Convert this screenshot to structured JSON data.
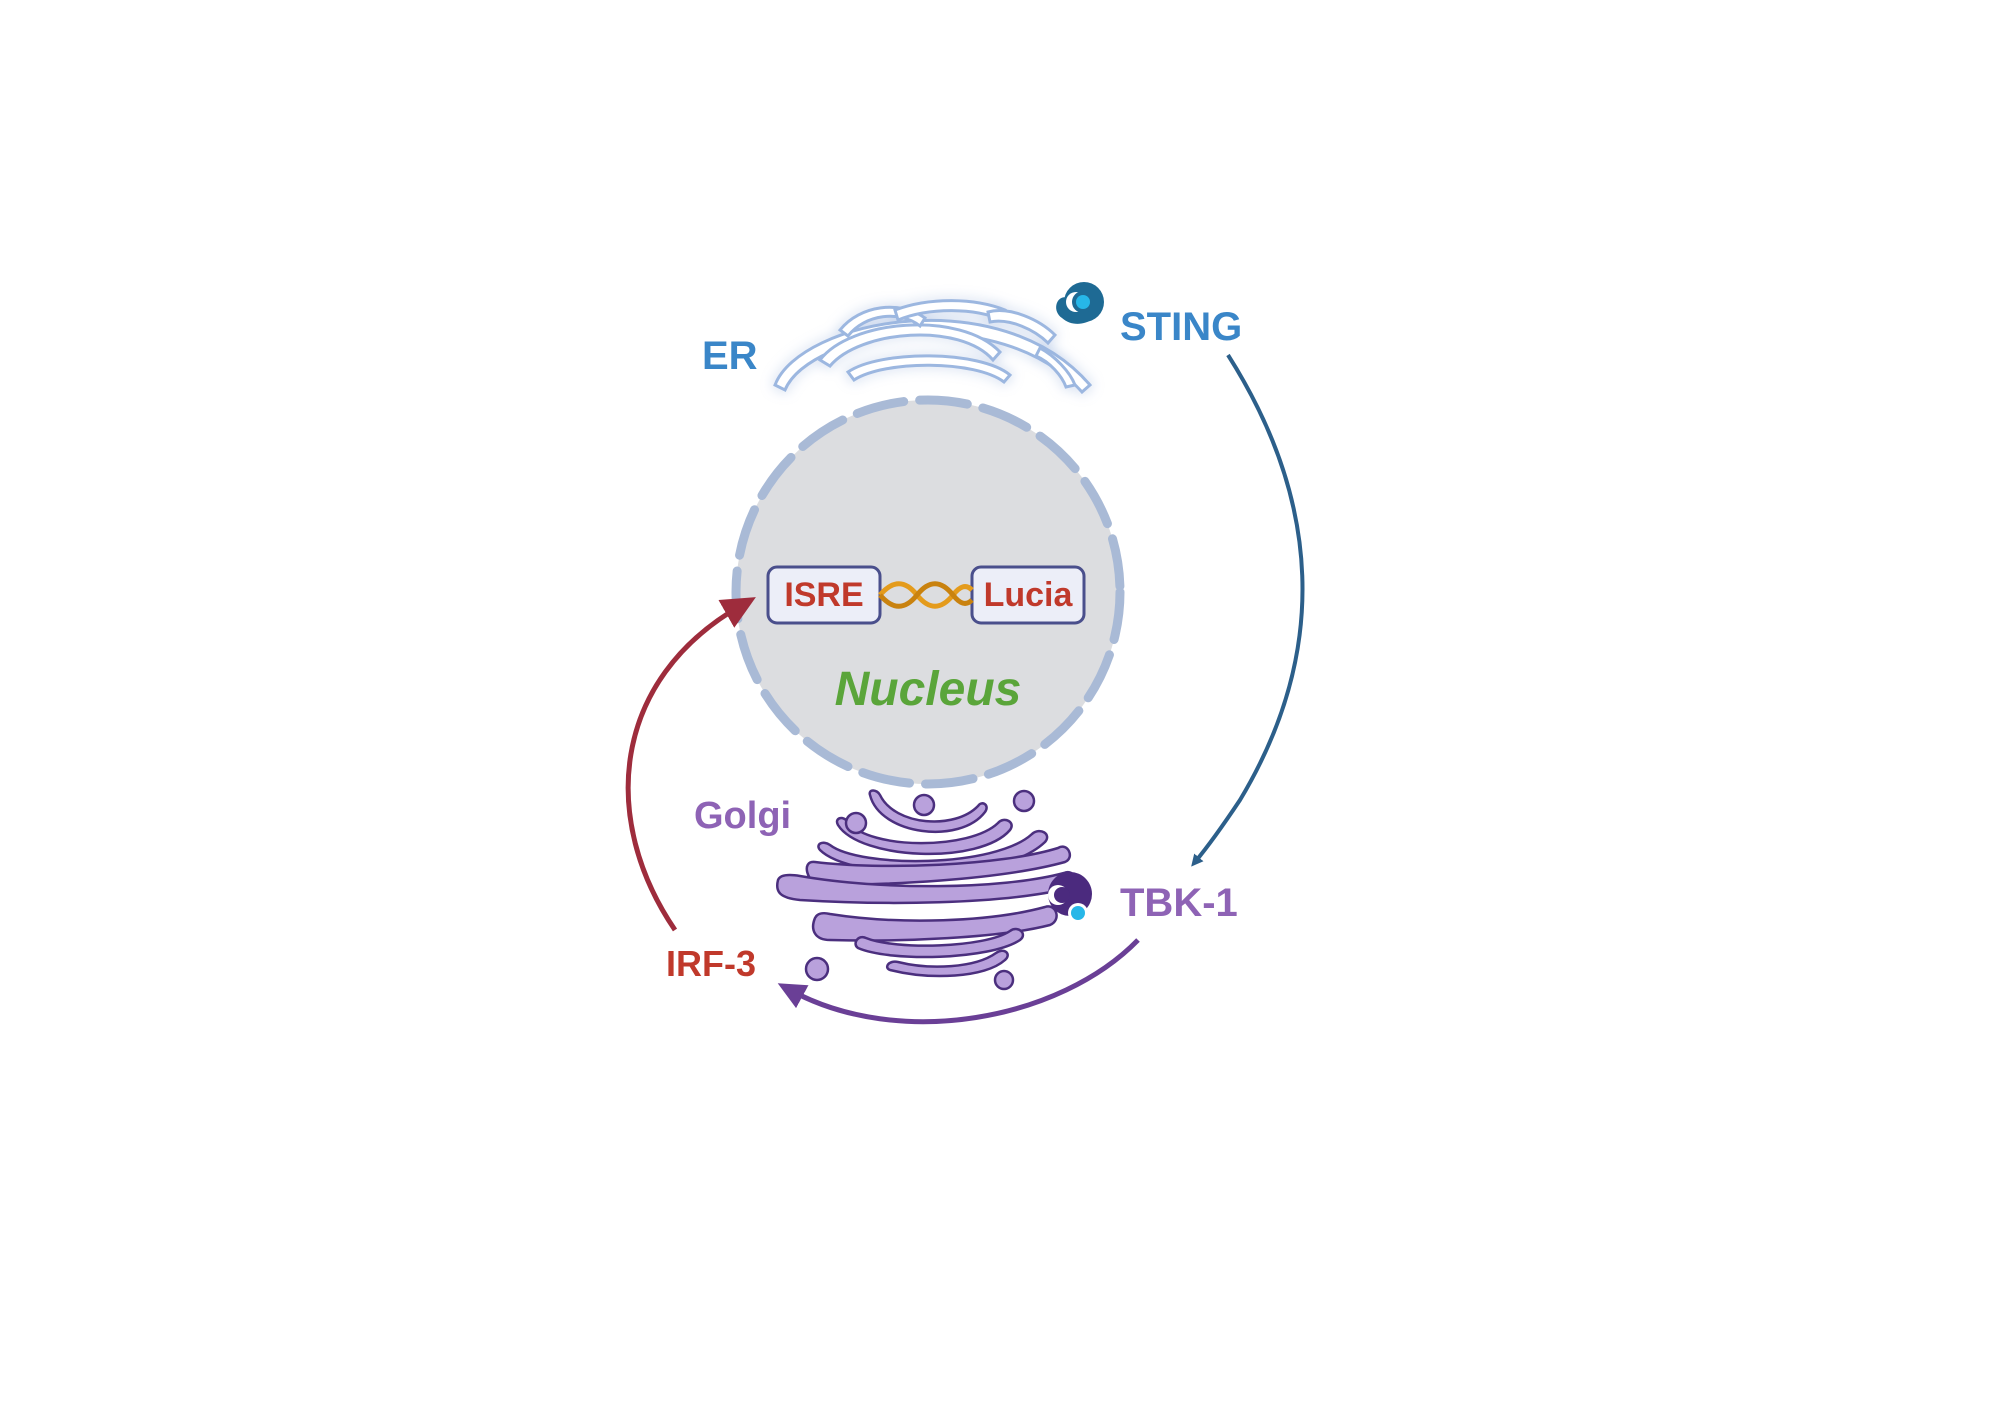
{
  "labels": {
    "er": "ER",
    "sting": "STING",
    "isre": "ISRE",
    "lucia": "Lucia",
    "nucleus": "Nucleus",
    "golgi": "Golgi",
    "tbk1": "TBK-1",
    "irf3": "IRF-3"
  },
  "colors": {
    "background": "#ffffff",
    "er_blue": "#3a86c8",
    "sting_arrow": "#2c5f8a",
    "nucleus_fill": "#dcdde0",
    "nuclear_envelope": "#a9bad6",
    "reporter_red": "#c0392b",
    "box_outline": "#4a4f8c",
    "dna_orange": "#e49b1c",
    "nucleus_green": "#5aa53a",
    "golgi_purple": "#8e63b5",
    "golgi_fill": "#b9a1dc",
    "golgi_stroke": "#4b2f7e",
    "tbk1_arrow": "#6a3f96",
    "irf3_arrow": "#9e2c3c",
    "phospho_cyan": "#27b7e8"
  }
}
